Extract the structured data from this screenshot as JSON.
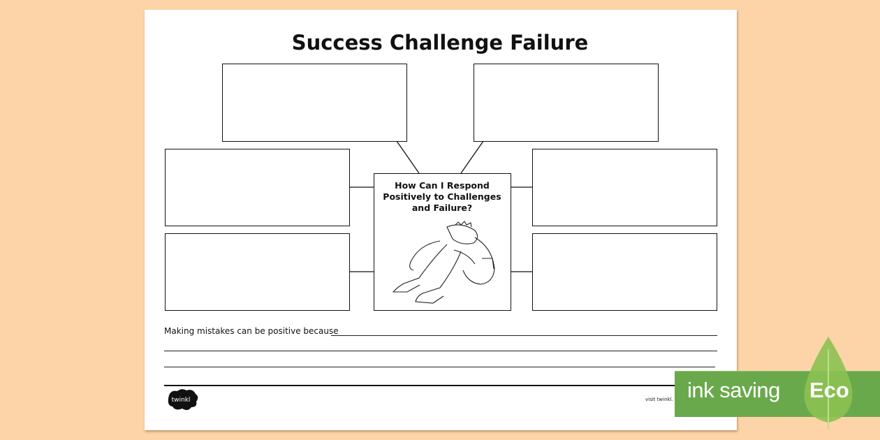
{
  "worksheet": {
    "title": "Success Challenge Failure",
    "center_question": "How Can I Respond Positively to Challenges and Failure?",
    "prompt": "Making mistakes can be positive because",
    "footer_visit": "visit twinkl.",
    "logo_text": "twinkl"
  },
  "badge": {
    "text": "ink saving",
    "label": "Eco",
    "color": "#6aa94b"
  },
  "colors": {
    "background": "#fdd4a7",
    "sheet": "#ffffff"
  }
}
